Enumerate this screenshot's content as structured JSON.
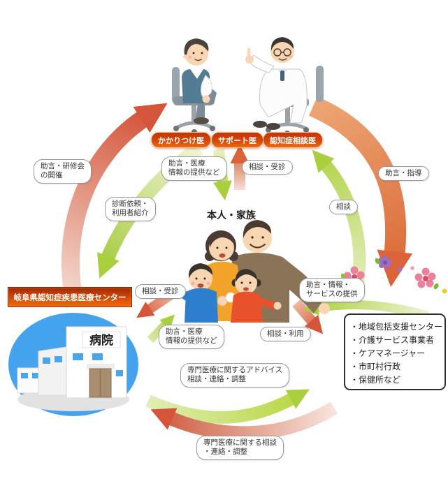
{
  "colors": {
    "pill_top": "#c03505",
    "pill_bottom": "#ea6a10",
    "banner_top": "#9e2a02",
    "banner_bottom": "#f06c0a",
    "arrow_red": "#d4553a",
    "arrow_green": "#aed04a",
    "hospital_circle_blue": "#45a3ee",
    "bubble_border": "#9a9a9a"
  },
  "doctor_pills": [
    "かかりつけ医",
    "サポート医",
    "認知症相談医"
  ],
  "family_label": "本人・家族",
  "center_banner_label": "岐阜県認知症疾患医療センター",
  "hospital_sign": "病院",
  "community_box_items": [
    "・地域包括支援センター",
    "・介護サービス事業者",
    "・ケアマネージャー",
    "・市町村行政",
    "・保健所など"
  ],
  "arrow_labels": {
    "advice_training": "助言・研修会\nの開催",
    "advice_medical_info_top": "助言・医療\n情報の提供など",
    "consult_visit_top": "相談・受診",
    "advice_guidance": "助言・指導",
    "consult_right": "相談",
    "diagnosis_referral": "診断依頼・\n利用者紹介",
    "consult_visit_left": "相談・受診",
    "advice_info_service": "助言・情報・\nサービスの提供",
    "advice_medical_info_bottom": "助言・医療\n情報の提供など",
    "consult_use": "相談・利用",
    "specialist_advice": "専門医療に関するアドバイス\n相談・連絡・調整",
    "specialist_consult": "専門医療に関する相談\n・連絡・調整"
  }
}
